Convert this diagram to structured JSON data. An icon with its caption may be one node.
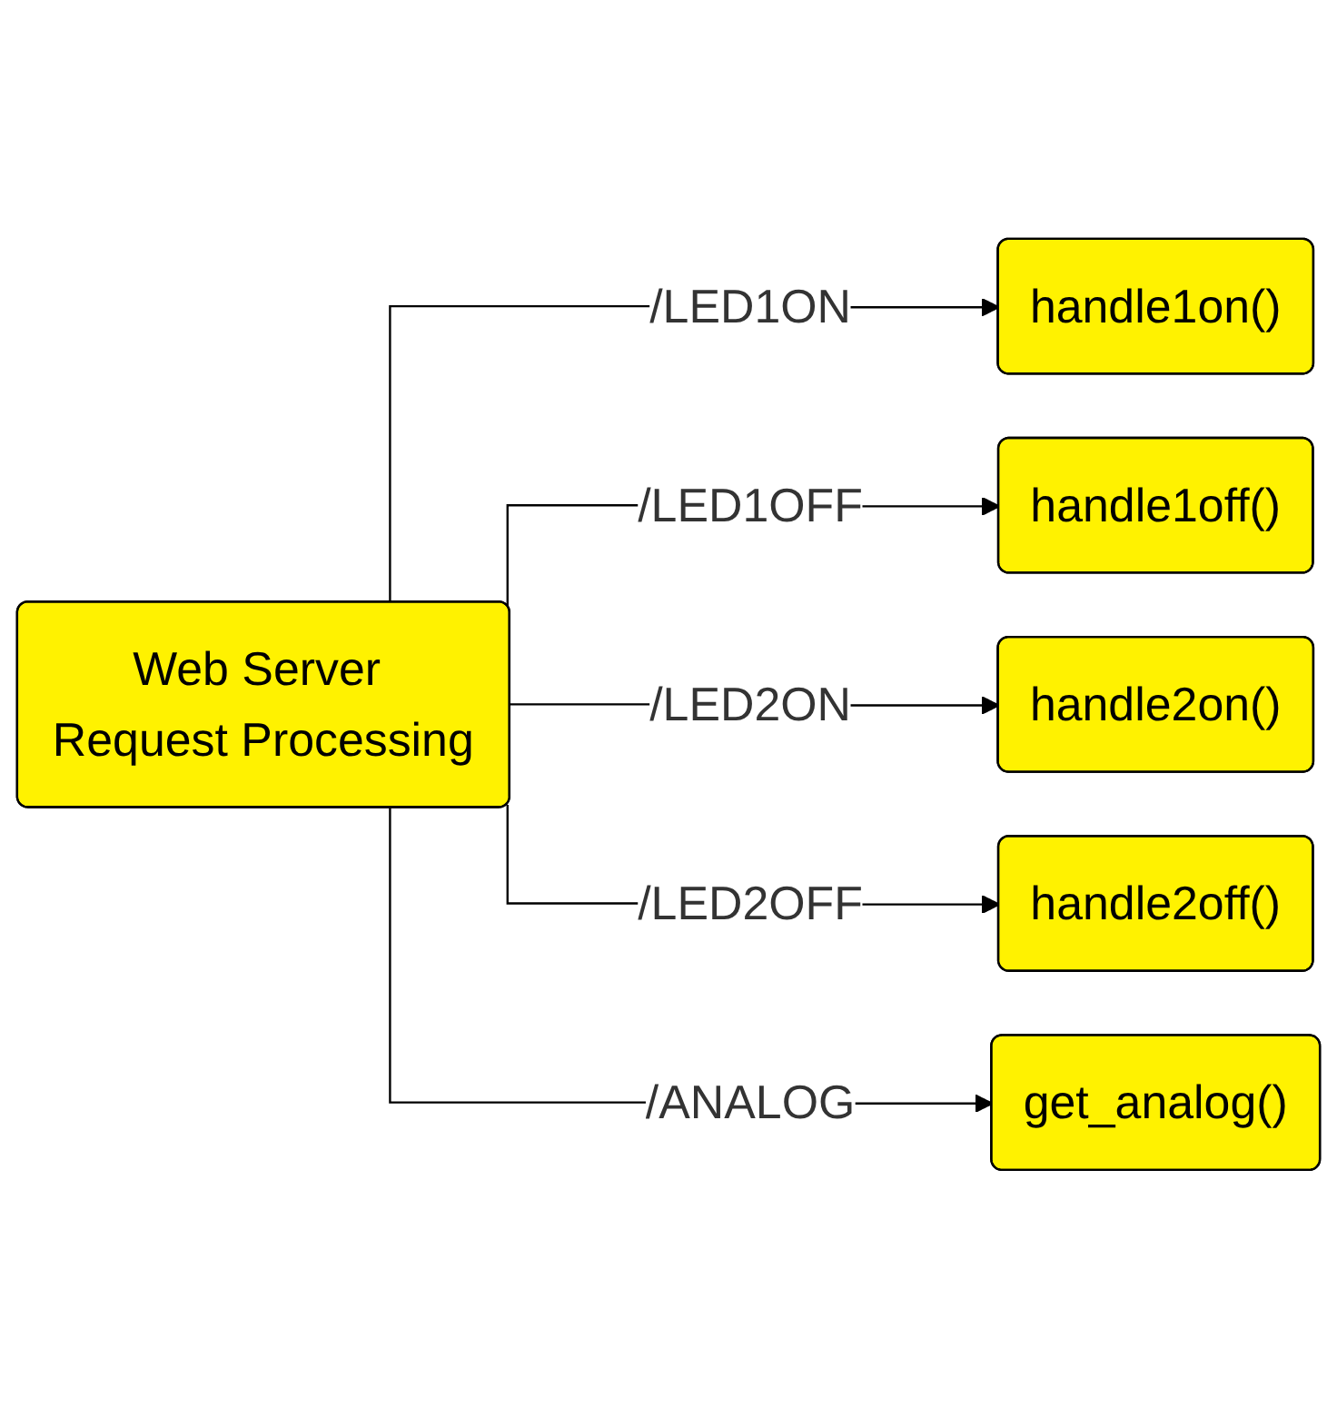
{
  "diagram": {
    "nodes": [
      {
        "text": [
          "Web Server Request Processing"
        ]
      },
      {
        "text": [
          "handle1on()"
        ]
      },
      {
        "text": [
          "handle1off()"
        ]
      },
      {
        "text": [
          "handle2on()"
        ]
      },
      {
        "text": [
          "handle2off()"
        ]
      },
      {
        "text": [
          "get_analog()"
        ]
      }
    ],
    "edges": [
      {
        "from": 0,
        "to": 1,
        "arrow": "to",
        "label": "/LED1ON"
      },
      {
        "from": 0,
        "to": 2,
        "arrow": "to",
        "label": "/LED1OFF"
      },
      {
        "from": 0,
        "to": 3,
        "arrow": "to",
        "label": "/LED2ON"
      },
      {
        "from": 0,
        "to": 4,
        "arrow": "to",
        "label": "/LED2OFF"
      },
      {
        "from": 0,
        "to": 5,
        "arrow": "to",
        "label": "/ANALOG"
      }
    ]
  }
}
